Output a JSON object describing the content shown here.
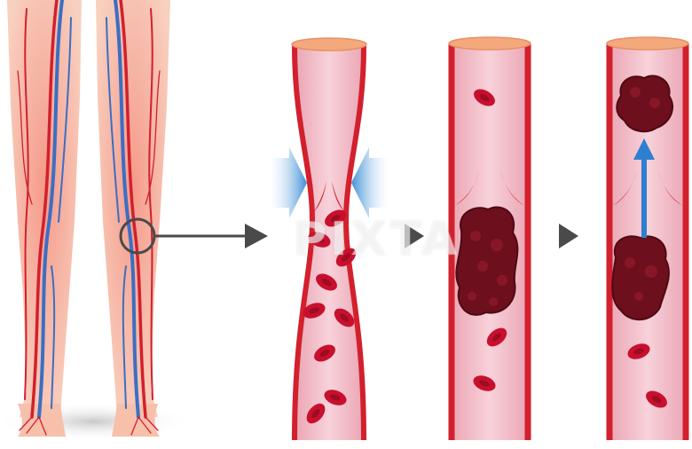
{
  "watermark": {
    "text": "PIXTA"
  },
  "diagram": {
    "panels": [
      {
        "id": "legs",
        "icon": "legs-vein-anatomy"
      },
      {
        "id": "narrowed-vein",
        "icon": "compressed-vein"
      },
      {
        "id": "clot-formation",
        "icon": "vein-with-clot"
      },
      {
        "id": "clot-detaching",
        "icon": "vein-clot-embolus"
      }
    ],
    "connectors": [
      "arrow-right-icon",
      "triangle-arrow-icon",
      "triangle-arrow-icon"
    ]
  },
  "colors": {
    "skin": "#f7c9b4",
    "vein_wall": "#d2202d",
    "vein_lumen": "#f2b9c4",
    "vein_cap": "#f4a97c",
    "red_blood_cell": "#c8102e",
    "clot": "#6d0f1c",
    "compression_arrow": "#4a9ad8",
    "movement_arrow": "#2f7fd0",
    "connector_arrow": "#4a4a4a"
  }
}
